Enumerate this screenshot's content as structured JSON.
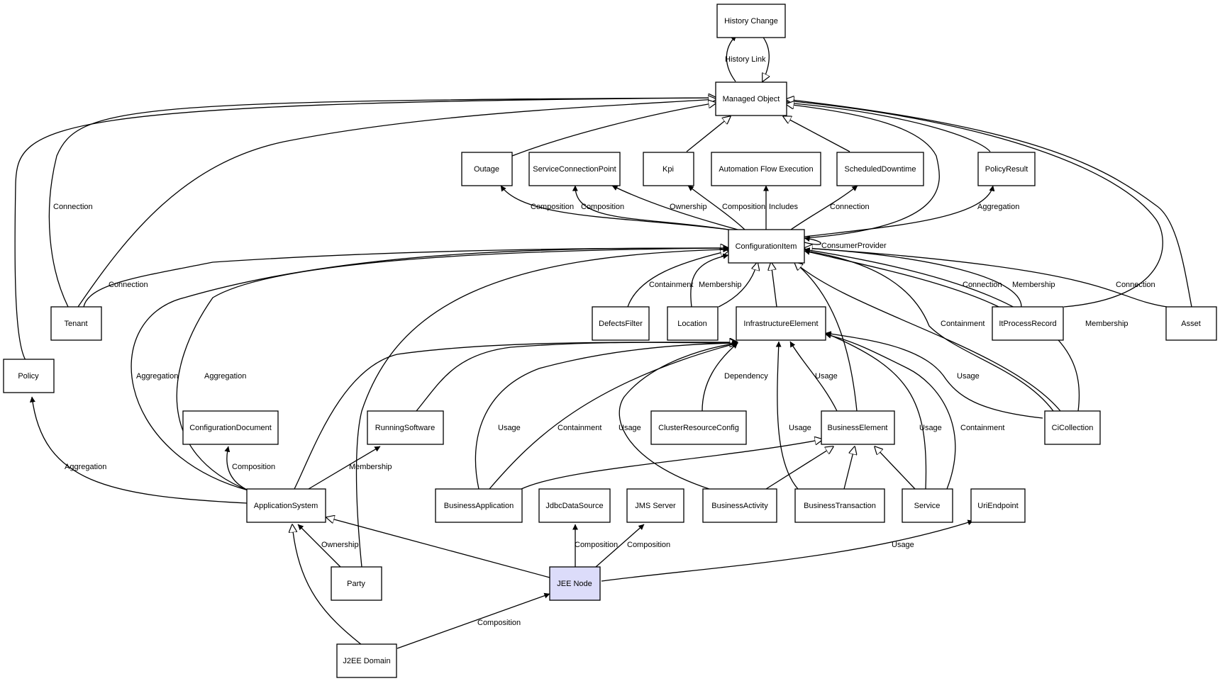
{
  "diagram": {
    "nodes": {
      "history_change": "History Change",
      "managed_object": "Managed Object",
      "outage": "Outage",
      "service_connection_point": "ServiceConnectionPoint",
      "kpi": "Kpi",
      "automation_flow_execution": "Automation Flow Execution",
      "scheduled_downtime": "ScheduledDowntime",
      "policy_result": "PolicyResult",
      "configuration_item": "ConfigurationItem",
      "tenant": "Tenant",
      "defects_filter": "DefectsFilter",
      "location": "Location",
      "infrastructure_element": "InfrastructureElement",
      "it_process_record": "ItProcessRecord",
      "asset": "Asset",
      "policy": "Policy",
      "configuration_document": "ConfigurationDocument",
      "running_software": "RunningSoftware",
      "cluster_resource_config": "ClusterResourceConfig",
      "business_element": "BusinessElement",
      "ci_collection": "CiCollection",
      "application_system": "ApplicationSystem",
      "business_application": "BusinessApplication",
      "jdbc_data_source": "JdbcDataSource",
      "jms_server": "JMS Server",
      "business_activity": "BusinessActivity",
      "business_transaction": "BusinessTransaction",
      "service": "Service",
      "uri_endpoint": "UriEndpoint",
      "party": "Party",
      "jee_node": "JEE Node",
      "j2ee_domain": "J2EE Domain"
    },
    "edge_labels": {
      "history_link": "History Link",
      "conn_tenant_mo": "Connection",
      "comp_outage": "Composition",
      "comp_scp": "Composition",
      "own_scp": "Ownership",
      "comp_kpi": "Composition",
      "includes_afe": "Includes",
      "conn_sd": "Connection",
      "agg_pr": "Aggregation",
      "consumer_provider": "ConsumerProvider",
      "conn_tenant_ci": "Connection",
      "cont_df": "Containment",
      "memb_loc": "Membership",
      "conn_ipr": "Connection",
      "memb_ipr": "Membership",
      "conn_asset": "Connection",
      "cont_cic": "Containment",
      "memb_cic": "Membership",
      "agg_as_1": "Aggregation",
      "agg_as_2": "Aggregation",
      "dep_crc": "Dependency",
      "usage_be": "Usage",
      "usage_cic": "Usage",
      "usage_ba": "Usage",
      "cont_ba": "Containment",
      "usage_bact": "Usage",
      "usage_bt": "Usage",
      "usage_svc": "Usage",
      "cont_svc": "Containment",
      "agg_policy": "Aggregation",
      "comp_cd": "Composition",
      "memb_rs": "Membership",
      "own_party": "Ownership",
      "comp_jdbc": "Composition",
      "comp_jms": "Composition",
      "usage_uri": "Usage",
      "comp_j2ee": "Composition"
    },
    "colors": {
      "highlight_fill": "#dcdcfa",
      "stroke": "#000000",
      "background": "#ffffff"
    }
  }
}
